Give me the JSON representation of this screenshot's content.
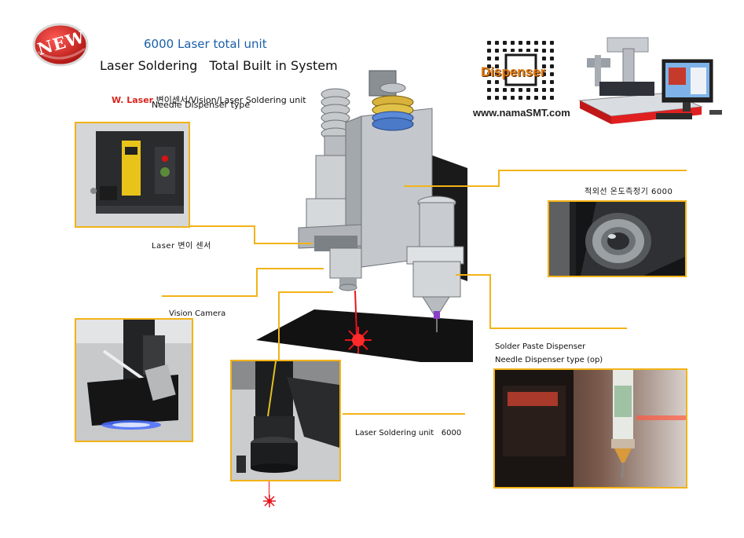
{
  "badge": {
    "label": "NEW"
  },
  "header": {
    "title": "6000 Laser total unit",
    "subtitle": "Laser Soldering   Total Built in System",
    "feature_brand": "W. Laser",
    "feature_rest": " 변이센서/Vision/Laser Soldering unit",
    "type_line": "Needle Dispenser type"
  },
  "brand": {
    "name": "Dispenser",
    "url": "www.namaSMT.com"
  },
  "labels": {
    "laser_sensor": "Laser 변이 센서",
    "vision_camera": "Vision Camera",
    "ir_thermometer": "적외선 온도측정기 6000",
    "paste_dispenser": "Solder Paste Dispenser",
    "needle_dispenser": "Needle Dispenser type (op)",
    "soldering_unit": "Laser Soldering unit   6000"
  },
  "colors": {
    "accent": "#f2b318",
    "title_blue": "#1a5fa8",
    "brand_red": "#d7261e",
    "laser_red": "#e8141e"
  }
}
